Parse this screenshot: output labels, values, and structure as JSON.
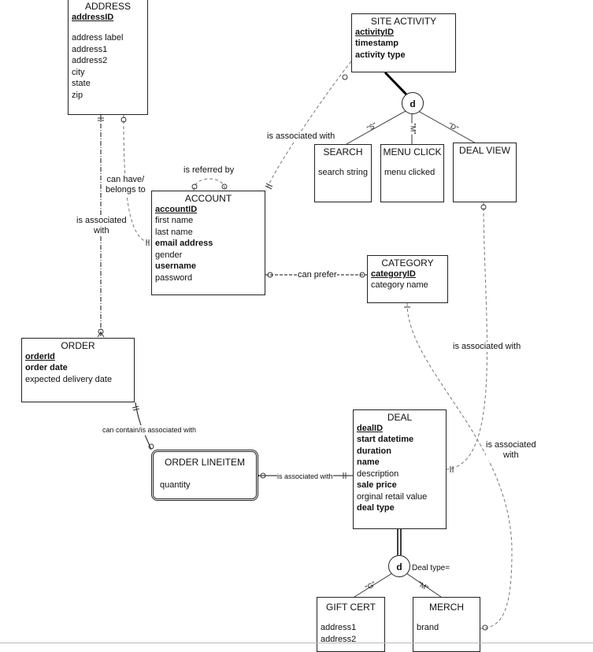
{
  "entities": {
    "address": {
      "title": "ADDRESS",
      "key": "addressID",
      "attrs": [
        {
          "text": "address label",
          "bold": false
        },
        {
          "text": "address1",
          "bold": false
        },
        {
          "text": "address2",
          "bold": false
        },
        {
          "text": "city",
          "bold": false
        },
        {
          "text": "state",
          "bold": false
        },
        {
          "text": "zip",
          "bold": false
        }
      ]
    },
    "site_activity": {
      "title": "SITE ACTIVITY",
      "key": "activityID",
      "attrs": [
        {
          "text": "timestamp",
          "bold": true
        },
        {
          "text": "activity type",
          "bold": true
        }
      ]
    },
    "search": {
      "title": "SEARCH",
      "attrs": [
        {
          "text": "search string",
          "bold": false
        }
      ]
    },
    "menu_click": {
      "title": "MENU CLICK",
      "attrs": [
        {
          "text": "menu clicked",
          "bold": false
        }
      ]
    },
    "deal_view": {
      "title": "DEAL VIEW",
      "attrs": []
    },
    "account": {
      "title": "ACCOUNT",
      "key": "accountID",
      "attrs": [
        {
          "text": "first name",
          "bold": false
        },
        {
          "text": "last name",
          "bold": false
        },
        {
          "text": "email address",
          "bold": true
        },
        {
          "text": "gender",
          "bold": false
        },
        {
          "text": "username",
          "bold": true
        },
        {
          "text": "password",
          "bold": false
        }
      ]
    },
    "category": {
      "title": "CATEGORY",
      "key": "categoryID",
      "attrs": [
        {
          "text": "category name",
          "bold": false
        }
      ]
    },
    "order": {
      "title": "ORDER",
      "key": "orderId",
      "attrs": [
        {
          "text": "order date",
          "bold": true
        },
        {
          "text": "expected delivery date",
          "bold": false
        }
      ]
    },
    "order_lineitem": {
      "title": "ORDER LINEITEM",
      "attrs": [
        {
          "text": "quantity",
          "bold": false
        }
      ]
    },
    "deal": {
      "title": "DEAL",
      "key": "dealID",
      "attrs": [
        {
          "text": "start datetime",
          "bold": true
        },
        {
          "text": "duration",
          "bold": true
        },
        {
          "text": "name",
          "bold": true
        },
        {
          "text": "description",
          "bold": false
        },
        {
          "text": "sale price",
          "bold": true
        },
        {
          "text": "orginal retail value",
          "bold": false
        },
        {
          "text": "deal type",
          "bold": true
        }
      ]
    },
    "gift_cert": {
      "title": "GIFT CERT",
      "attrs": [
        {
          "text": "address1",
          "bold": false
        },
        {
          "text": "address2",
          "bold": false
        }
      ]
    },
    "merch": {
      "title": "MERCH",
      "attrs": [
        {
          "text": "brand",
          "bold": false
        }
      ]
    }
  },
  "relationships": {
    "site_activity_account": "is associated with",
    "account_self": "is referred by",
    "address_account": "can have/\nbelongs to",
    "address_order": "is associated\nwith",
    "account_category": "can prefer",
    "deal_view_deal": "is associated with",
    "category_merch": "is associated\nwith",
    "order_lineitem": "can contain/is associated with",
    "lineitem_deal": "is associated with"
  },
  "subtypes": {
    "site_activity": {
      "symbol": "d",
      "codes": [
        "\"S\"",
        "\"M\"",
        "\"D\""
      ]
    },
    "deal": {
      "symbol": "d",
      "label": "Deal type=",
      "codes": [
        "\"G\"",
        "\"M\""
      ]
    }
  }
}
